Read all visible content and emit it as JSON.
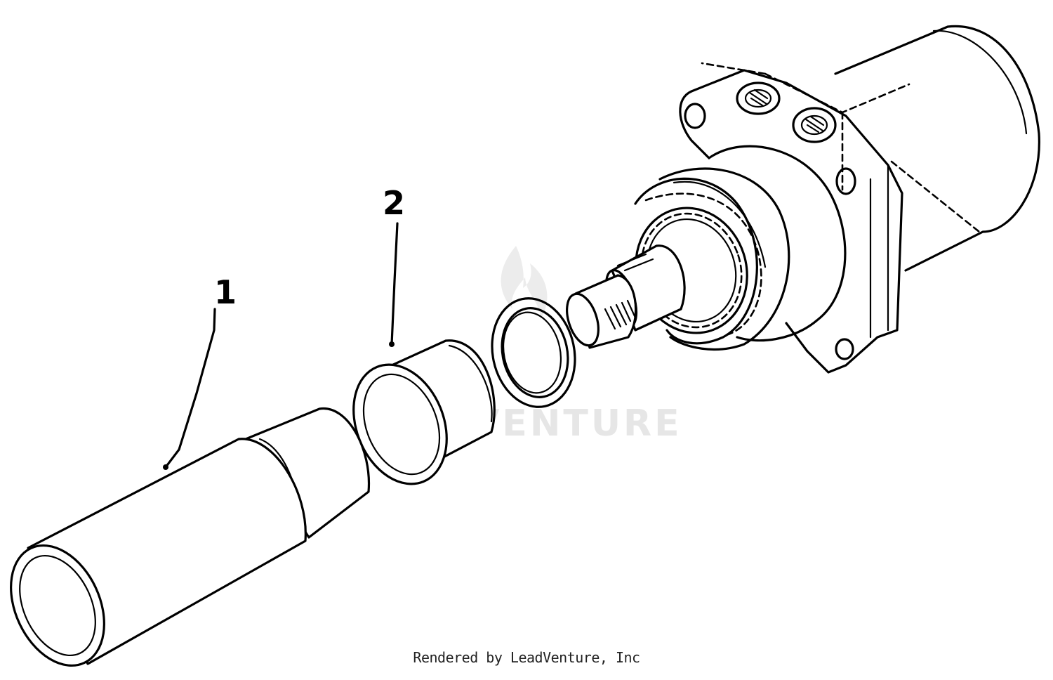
{
  "diagram": {
    "callouts": [
      {
        "label": "1",
        "part": "sleeve"
      },
      {
        "label": "2",
        "part": "bushing"
      }
    ],
    "watermark": "LEADVENTURE",
    "footer_credit": "Rendered by LeadVenture, Inc"
  },
  "colors": {
    "ink": "#000000",
    "background": "#ffffff",
    "watermark": "#e6e6e6"
  }
}
